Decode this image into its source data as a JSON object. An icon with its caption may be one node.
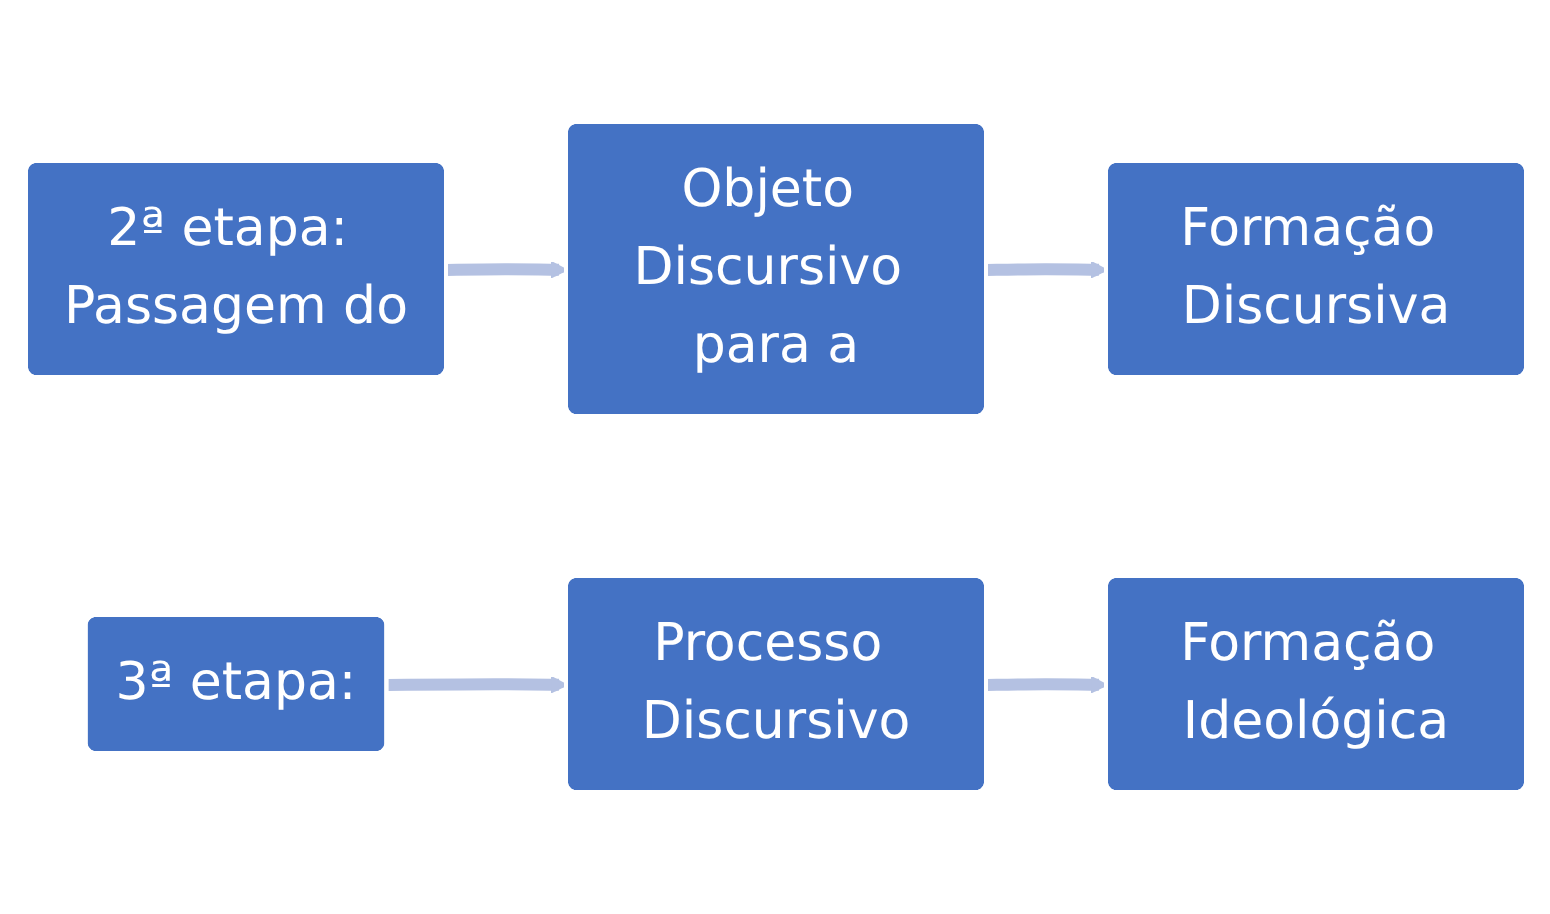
{
  "diagram": {
    "nodes": [
      {
        "text": [
          "2ª etapa: Passagem do"
        ]
      },
      {
        "text": [
          "Objeto Discursivo para a"
        ]
      },
      {
        "text": [
          "Formação Discursiva"
        ]
      },
      {
        "text": [
          "3ª etapa:"
        ]
      },
      {
        "text": [
          "Processo Discursivo"
        ]
      },
      {
        "text": [
          "Formação Ideológica"
        ]
      }
    ],
    "edges": [
      {
        "from": 0,
        "to": 1,
        "arrow": "to"
      },
      {
        "from": 1,
        "to": 2,
        "arrow": "to"
      },
      {
        "from": 3,
        "to": 4,
        "arrow": "to"
      },
      {
        "from": 4,
        "to": 5,
        "arrow": "to"
      }
    ]
  }
}
